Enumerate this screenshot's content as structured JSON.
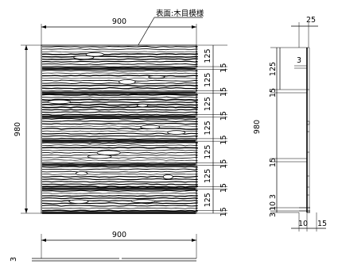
{
  "note": "表面:木目模様",
  "front": {
    "width_label": "900",
    "height_label": "980",
    "right_dims": [
      "125",
      "15",
      "125",
      "15",
      "125",
      "15",
      "125",
      "15",
      "125",
      "15",
      "125",
      "15",
      "125",
      "15"
    ]
  },
  "side": {
    "thickness_label": "25",
    "top_dim": "125",
    "small_3": "3",
    "dim_15_a": "15",
    "height_label": "980",
    "dim_15_b": "15",
    "bottom_10": "10",
    "bottom_3": "3",
    "bottom_3b": "3",
    "bottom_10b": "10",
    "bottom_15": "15"
  },
  "bottom_view": {
    "width_label": "900",
    "left_3": "3"
  }
}
